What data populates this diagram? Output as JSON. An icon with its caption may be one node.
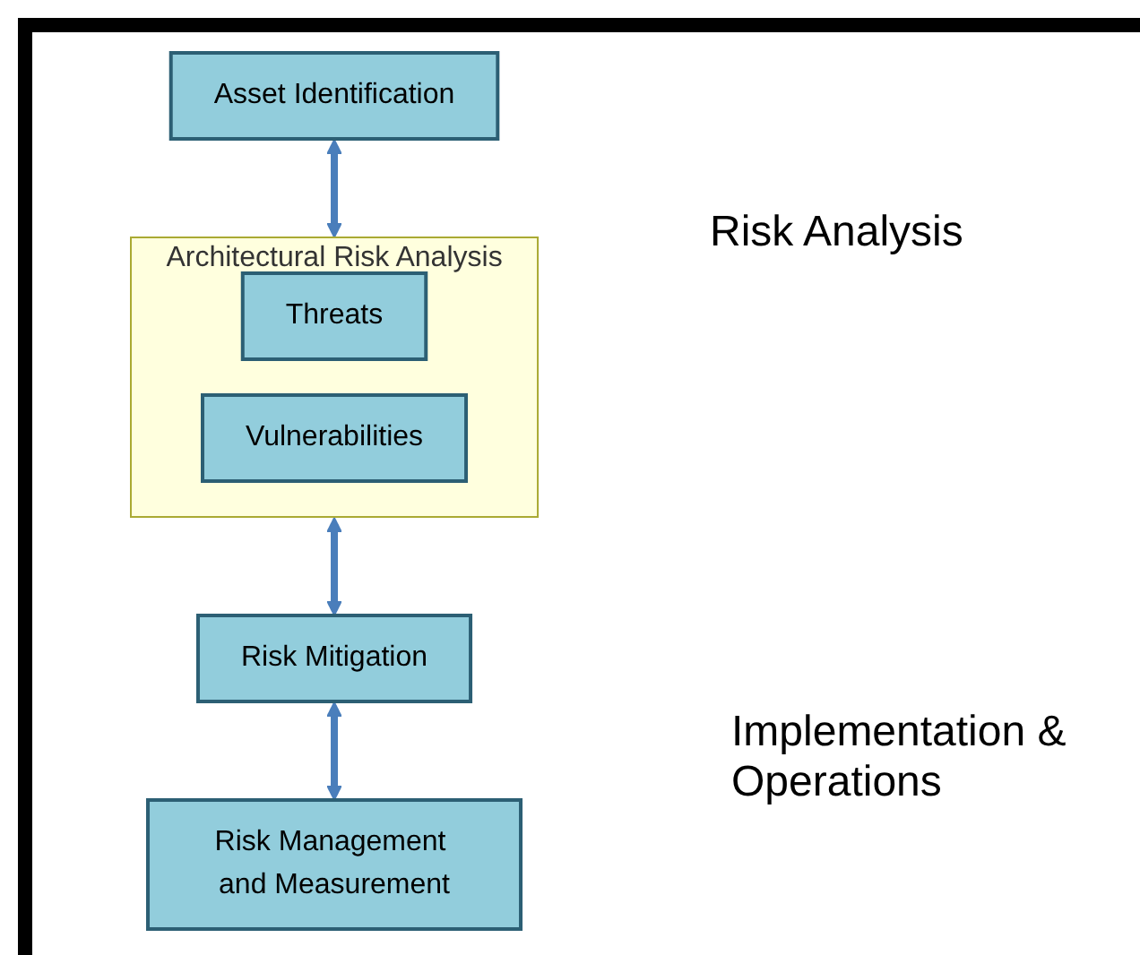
{
  "diagram": {
    "nodes": [
      {
        "text": [
          "Asset Identification"
        ]
      },
      {
        "text": [
          "Architectural Risk Analysis"
        ]
      },
      {
        "text": [
          "Threats"
        ],
        "in": 1
      },
      {
        "text": [
          "Vulnerabilities"
        ],
        "in": 1
      },
      {
        "text": [
          "Risk Mitigation"
        ]
      },
      {
        "text": [
          "Risk Management and Measurement"
        ]
      }
    ],
    "edges": [
      {
        "from": 0,
        "to": 1,
        "arrow": "both"
      },
      {
        "from": 1,
        "to": 4,
        "arrow": "both"
      },
      {
        "from": 4,
        "to": 5,
        "arrow": "both"
      }
    ],
    "labels": [
      "Risk Analysis",
      "Implementation & Operations"
    ]
  }
}
